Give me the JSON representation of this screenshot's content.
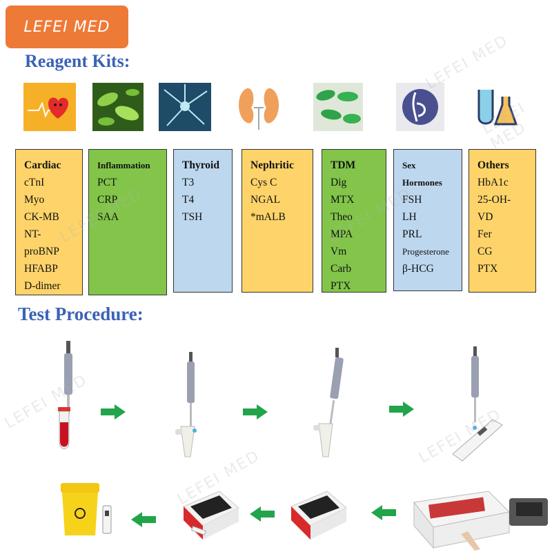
{
  "brand": {
    "name": "LEFEI MED"
  },
  "headings": {
    "kits": "Reagent Kits:",
    "procedure": "Test Procedure:"
  },
  "watermark": "LEFEI MED",
  "icons": [
    "heart-stethoscope-icon",
    "bacteria-icon",
    "neuron-icon",
    "kidney-icon",
    "green-capsules-icon",
    "pregnancy-icon",
    "lab-flasks-icon"
  ],
  "categories": [
    {
      "title": "Cardiac",
      "items": [
        "cTnI",
        "Myo",
        "CK-MB",
        "NT-",
        "proBNP",
        "HFABP",
        "D-dimer"
      ]
    },
    {
      "title": "Inflammation",
      "items": [
        "PCT",
        "CRP",
        "SAA"
      ]
    },
    {
      "title": "Thyroid",
      "items": [
        "T3",
        "T4",
        "TSH"
      ]
    },
    {
      "title": "Nephritic",
      "items": [
        "Cys C",
        "NGAL",
        "*mALB"
      ]
    },
    {
      "title": "TDM",
      "items": [
        "Dig",
        "MTX",
        "Theo",
        "MPA",
        "Vm",
        "Carb",
        "PTX"
      ]
    },
    {
      "title": "Sex",
      "title2": "Hormones",
      "items": [
        "FSH",
        "LH",
        "PRL",
        "Progesterone",
        "β-HCG"
      ]
    },
    {
      "title": "Others",
      "items": [
        "HbA1c",
        "25-OH-",
        "VD",
        "Fer",
        "CG",
        "PTX"
      ]
    }
  ],
  "colors": {
    "yellow": "#fed46a",
    "green": "#82c54a",
    "blue": "#bdd7ee",
    "heading": "#3b62b8",
    "brand": "#ee7a37",
    "arrow": "#22a44a"
  },
  "procedure_icons": [
    "pipette-blood-tube",
    "pipette-sample-tube",
    "pipette-tube",
    "pipette-test-cassette",
    "analyzer-insert-cassette",
    "fluorescence-analyzer",
    "fluorescence-analyzer",
    "test-cassette",
    "biohazard-bin"
  ]
}
